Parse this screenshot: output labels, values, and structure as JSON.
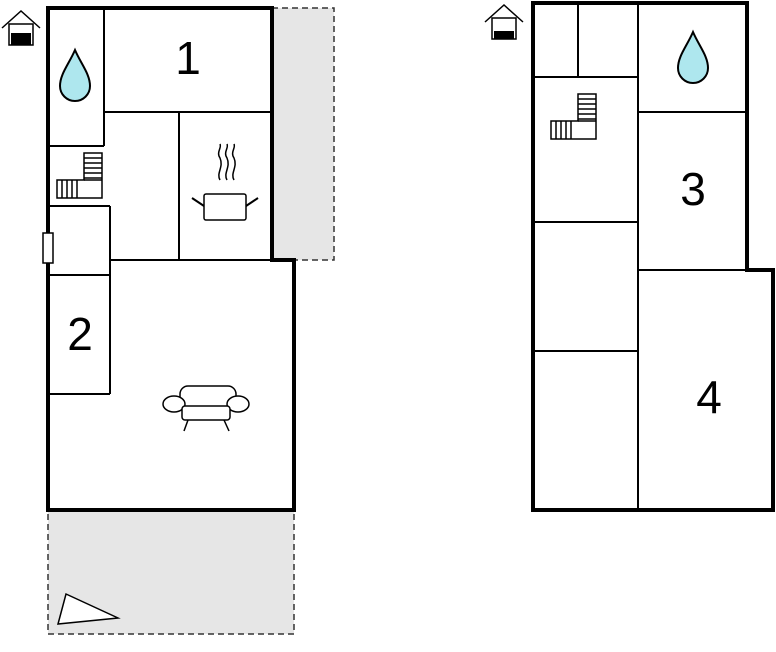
{
  "floors": [
    {
      "icon": "house-ground-floor-icon",
      "rooms": [
        {
          "number": "1",
          "role": "bedroom-1"
        },
        {
          "number": "2",
          "role": "bedroom-2"
        }
      ],
      "fixtures": [
        "water-drop-icon",
        "stairs-icon",
        "cooking-pot-icon",
        "sofa-icon",
        "door-icon"
      ],
      "outdoor": [
        "terrace-side",
        "terrace-front",
        "sun-lounger-icon"
      ]
    },
    {
      "icon": "house-upper-floor-icon",
      "rooms": [
        {
          "number": "3",
          "role": "bedroom-3"
        },
        {
          "number": "4",
          "role": "bedroom-4"
        }
      ],
      "fixtures": [
        "water-drop-icon",
        "stairs-icon"
      ]
    }
  ],
  "colors": {
    "wall": "#000000",
    "terrace": "#e6e6e6",
    "water": "#aee7ee",
    "background": "#ffffff"
  }
}
